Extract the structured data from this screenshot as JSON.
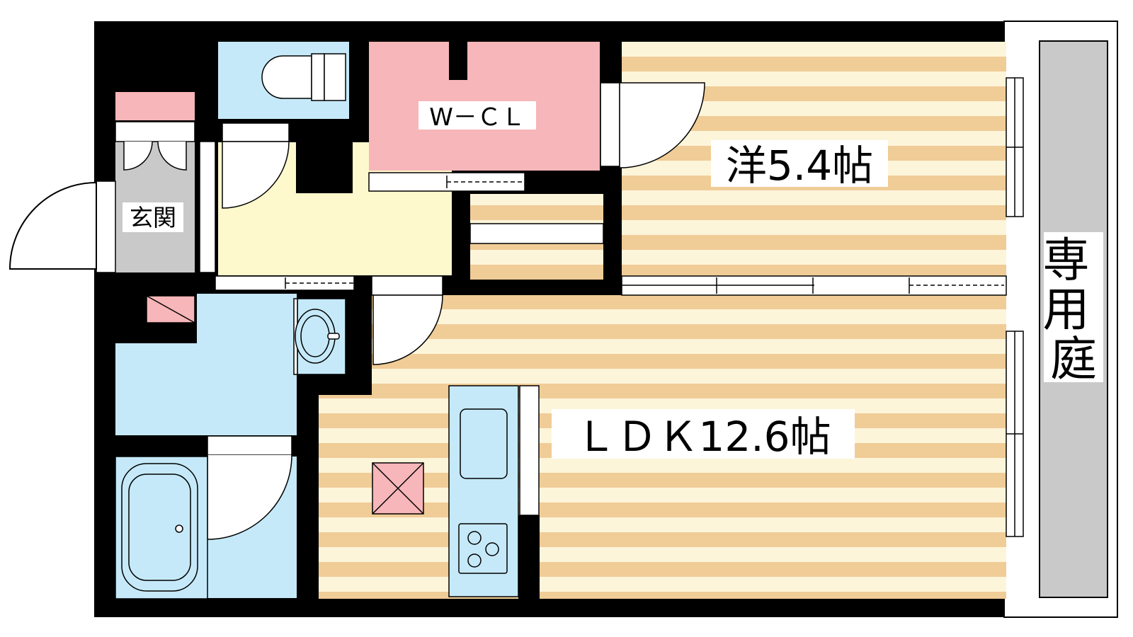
{
  "labels": {
    "western_room": "洋5.4帖",
    "ldk": "ＬＤＫ12.6帖",
    "walk_in_closet": "W－ＣＬ",
    "entrance": "玄関",
    "private_garden": "専用庭"
  },
  "colors": {
    "wall": "#000000",
    "floor_stripe_light": "#fdf5da",
    "floor_stripe_dark": "#f0cc97",
    "wet_area": "#c5e9f8",
    "closet": "#f7b6b9",
    "corridor": "#fef8cd",
    "entrance_floor": "#c9c9c9",
    "garden": "#c9c9c9"
  },
  "fixtures": [
    "toilet-icon",
    "washbasin-icon",
    "bathtub-icon",
    "sink-icon",
    "stove-icon",
    "ventilation-icon",
    "refrigerator-space-icon"
  ]
}
